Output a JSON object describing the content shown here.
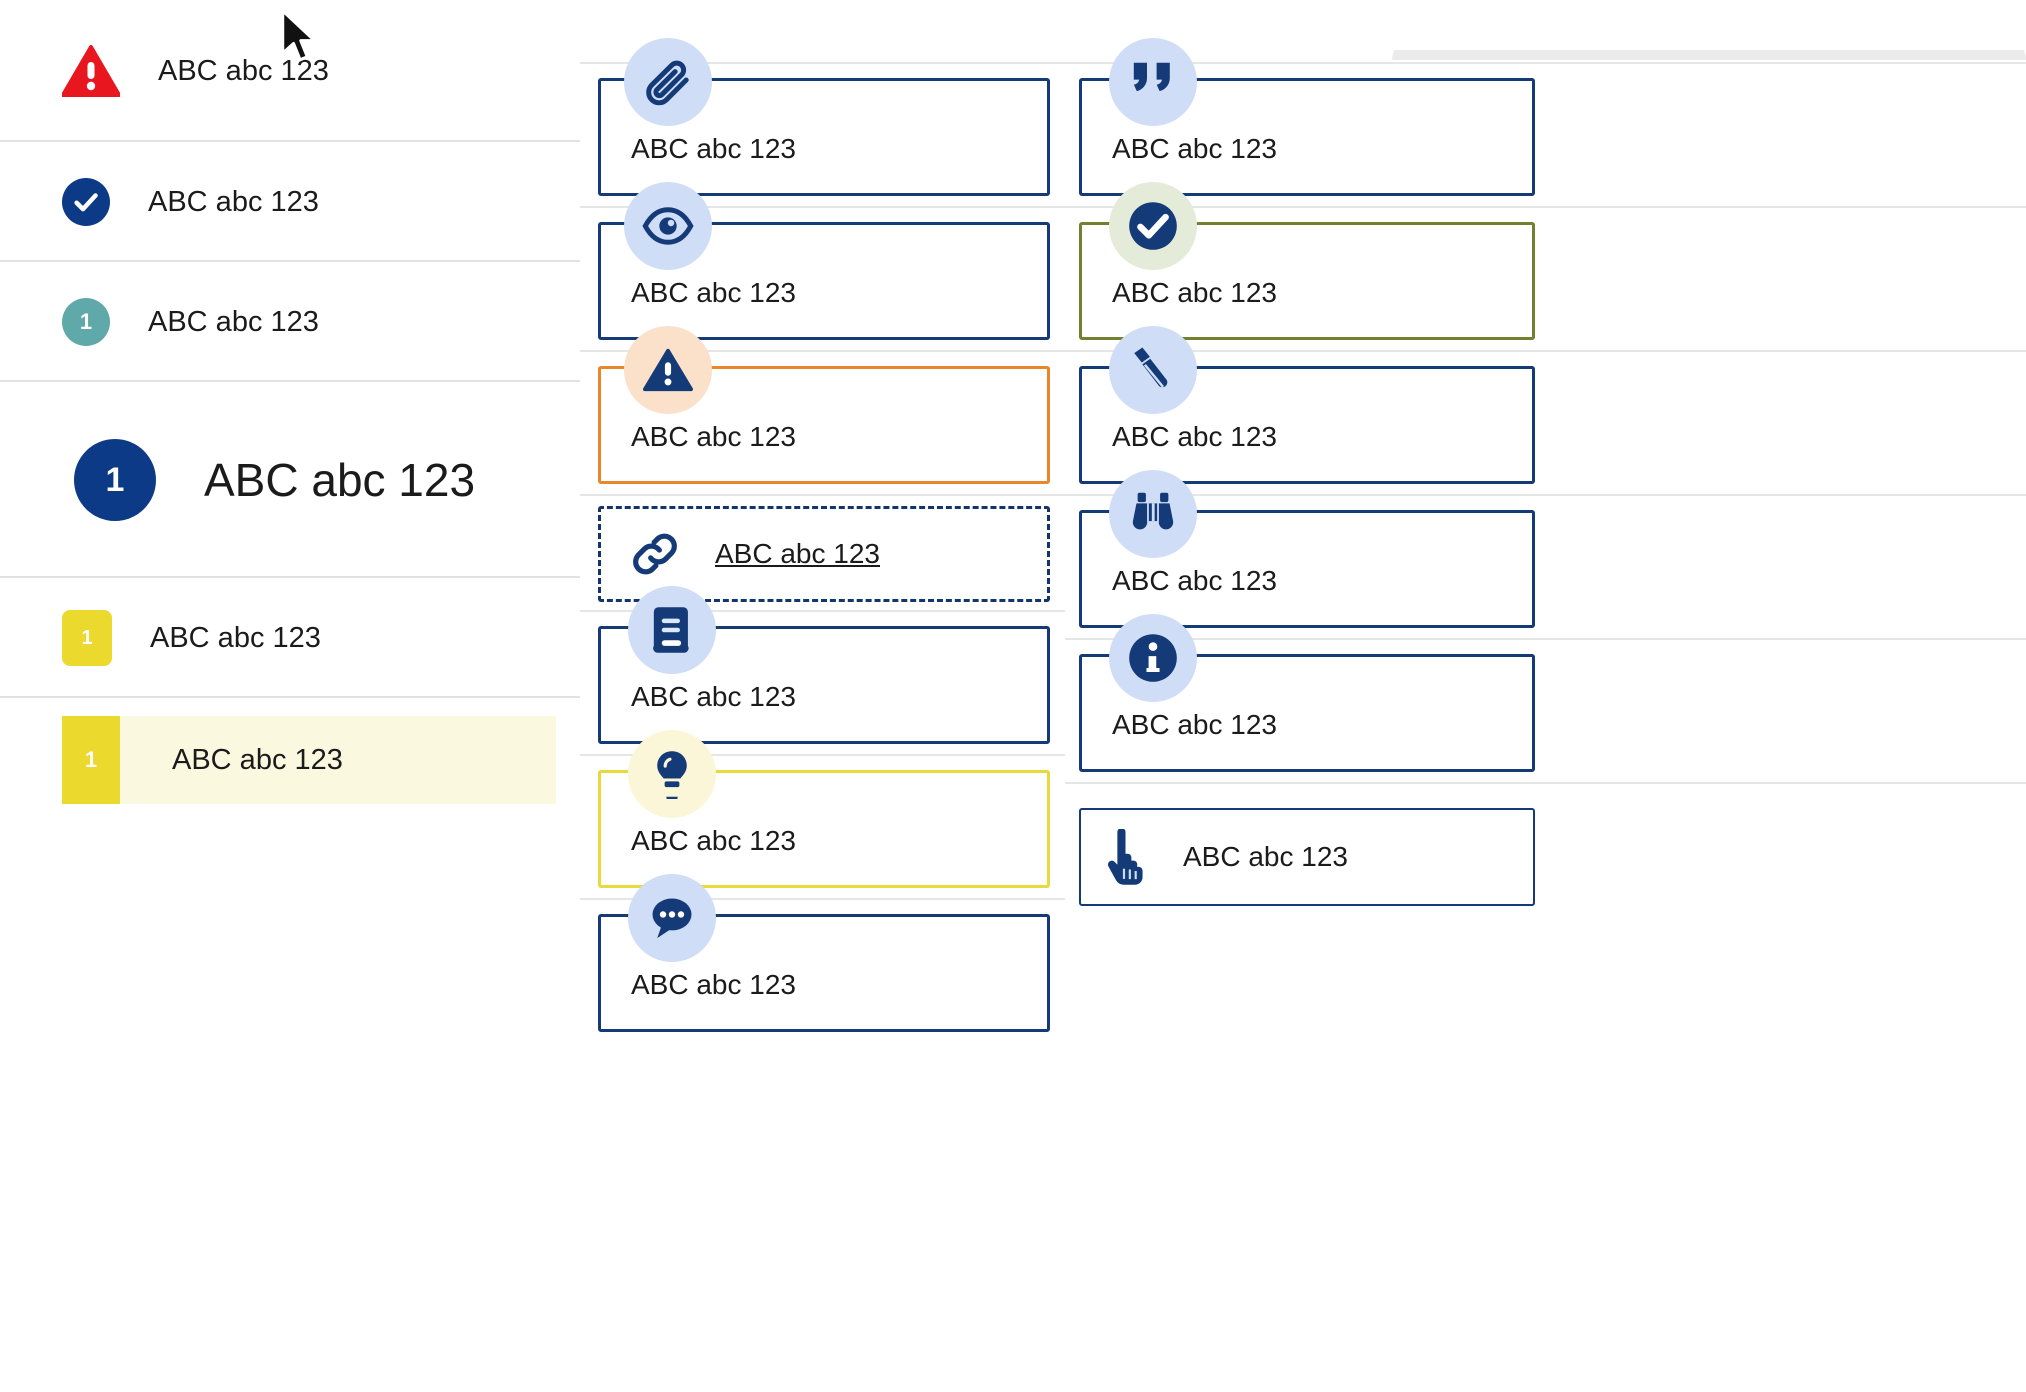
{
  "colors": {
    "brand_blue": "#143a77",
    "deep_blue": "#0d3a87",
    "icon_bubble_blue": "#cfddf7",
    "icon_bubble_peach": "#fbe0ca",
    "icon_bubble_green": "#e4ebd8",
    "icon_bubble_cream": "#fbf6d7",
    "alert_red": "#e8171f",
    "warning_orange": "#e8862a",
    "success_olive": "#71812f",
    "tip_yellow": "#e8d93c",
    "teal": "#5fa9aa",
    "badge_yellow": "#ecd92e",
    "highlight_bg": "#fbf8e0",
    "divider_gray": "#e2e2e2",
    "panel_gray": "#ebebeb",
    "text": "#1b1b1b"
  },
  "sample_text": "ABC abc 123",
  "left_column": {
    "rows": [
      {
        "icon": "alert-triangle-icon",
        "badge_type": "triangle",
        "badge_value": "!",
        "label": "ABC abc 123"
      },
      {
        "icon": "check-circle-icon",
        "badge_type": "circle-blue",
        "badge_value": "",
        "label": "ABC abc 123"
      },
      {
        "icon": "number-badge-icon",
        "badge_type": "circle-teal",
        "badge_value": "1",
        "label": "ABC abc 123"
      },
      {
        "icon": "number-badge-large-icon",
        "badge_type": "circle-blue-large",
        "badge_value": "1",
        "label": "ABC abc 123"
      },
      {
        "icon": "number-badge-square-icon",
        "badge_type": "square-yellow",
        "badge_value": "1",
        "label": "ABC abc 123"
      },
      {
        "icon": "number-badge-square-icon",
        "badge_type": "square-yellow-flat",
        "badge_value": "1",
        "label": "ABC abc 123",
        "highlighted": true
      }
    ]
  },
  "middle_column": {
    "cards": [
      {
        "icon": "paperclip-icon",
        "bubble": "blue",
        "border": "blue",
        "label": "ABC abc 123"
      },
      {
        "icon": "eye-icon",
        "bubble": "blue",
        "border": "blue",
        "label": "ABC abc 123"
      },
      {
        "icon": "warning-triangle-icon",
        "bubble": "peach",
        "border": "orange",
        "label": "ABC abc 123"
      },
      {
        "icon": "link-icon",
        "bubble": "none",
        "border": "dashed",
        "label": "ABC abc 123",
        "underlined": true
      },
      {
        "icon": "book-icon",
        "bubble": "blue",
        "border": "blue",
        "label": "ABC abc 123"
      },
      {
        "icon": "lightbulb-icon",
        "bubble": "cream",
        "border": "yellow",
        "label": "ABC abc 123"
      },
      {
        "icon": "comment-icon",
        "bubble": "blue",
        "border": "blue",
        "label": "ABC abc 123"
      }
    ]
  },
  "right_column": {
    "cards": [
      {
        "icon": "quote-icon",
        "bubble": "blue",
        "border": "blue",
        "label": "ABC abc 123"
      },
      {
        "icon": "check-badge-icon",
        "bubble": "green",
        "border": "olive",
        "label": "ABC abc 123"
      },
      {
        "icon": "pencil-icon",
        "bubble": "blue",
        "border": "blue",
        "label": "ABC abc 123"
      },
      {
        "icon": "binoculars-icon",
        "bubble": "blue",
        "border": "blue",
        "label": "ABC abc 123"
      },
      {
        "icon": "info-icon",
        "bubble": "blue",
        "border": "blue",
        "label": "ABC abc 123"
      },
      {
        "icon": "pointing-hand-icon",
        "bubble": "none",
        "border": "thin",
        "label": "ABC abc 123"
      }
    ]
  },
  "cursor": {
    "icon": "mouse-pointer-icon"
  }
}
